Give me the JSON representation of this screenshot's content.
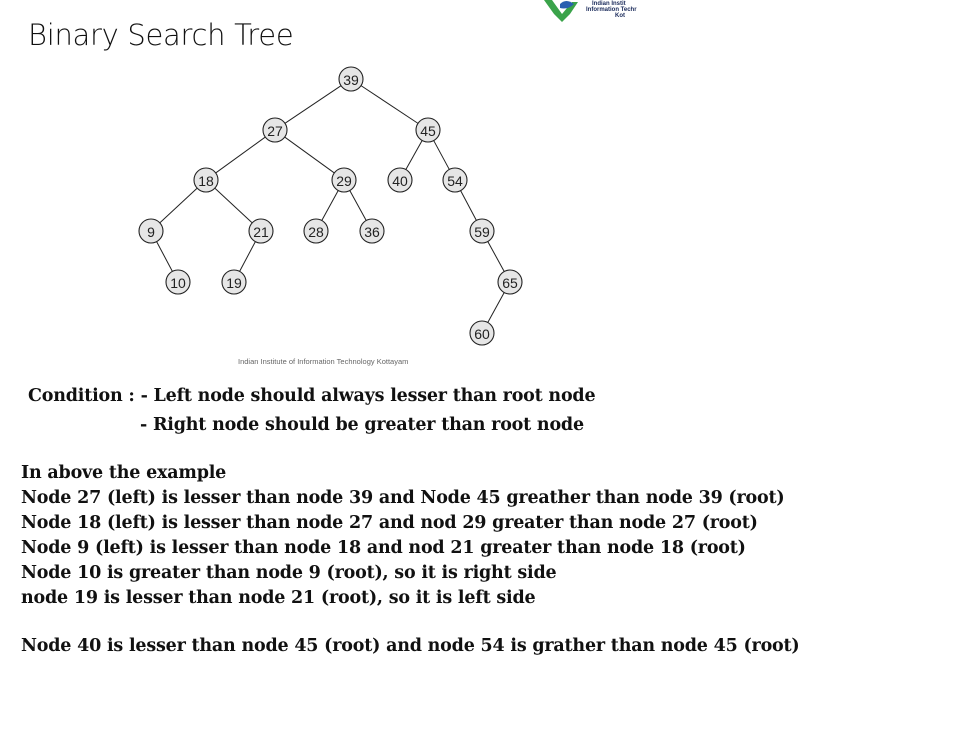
{
  "slide": {
    "title": "Binary Search Tree",
    "logo_text": [
      "Indian Instit",
      "Information Techr",
      "Kot"
    ]
  },
  "tree": {
    "nodes": [
      "39",
      "27",
      "45",
      "18",
      "29",
      "40",
      "54",
      "9",
      "21",
      "28",
      "36",
      "59",
      "10",
      "19",
      "65",
      "60"
    ],
    "edges": [
      [
        "39",
        "27"
      ],
      [
        "39",
        "45"
      ],
      [
        "27",
        "18"
      ],
      [
        "27",
        "29"
      ],
      [
        "45",
        "40"
      ],
      [
        "45",
        "54"
      ],
      [
        "18",
        "9"
      ],
      [
        "18",
        "21"
      ],
      [
        "29",
        "28"
      ],
      [
        "29",
        "36"
      ],
      [
        "54",
        "59"
      ],
      [
        "9",
        "10"
      ],
      [
        "21",
        "19"
      ],
      [
        "59",
        "65"
      ],
      [
        "65",
        "60"
      ]
    ],
    "credit": "Indian Institute of Information Technology Kottayam"
  },
  "conditions": {
    "line1": "Condition : - Left node should always lesser than root node",
    "line2": "- Right node should be greater than root node"
  },
  "example": {
    "lines": [
      "In above the example",
      "Node 27 (left) is lesser than node 39 and Node 45 greather than node 39 (root)",
      "Node 18 (left) is lesser than node 27 and nod 29 greater than node 27 (root)",
      "Node 9 (left) is lesser than node 18 and nod 21 greater than node 18 (root)",
      "Node 10 is greater than node 9 (root), so it is right side",
      "node 19 is lesser than node 21 (root), so it is left side"
    ],
    "final": "Node 40 is lesser than node 45 (root) and node 54 is grather than node 45 (root)"
  },
  "colors": {
    "node_fill": "#e6e6e6",
    "node_stroke": "#222222",
    "logo_green": "#3aa34a",
    "logo_blue": "#2a5fb0"
  }
}
